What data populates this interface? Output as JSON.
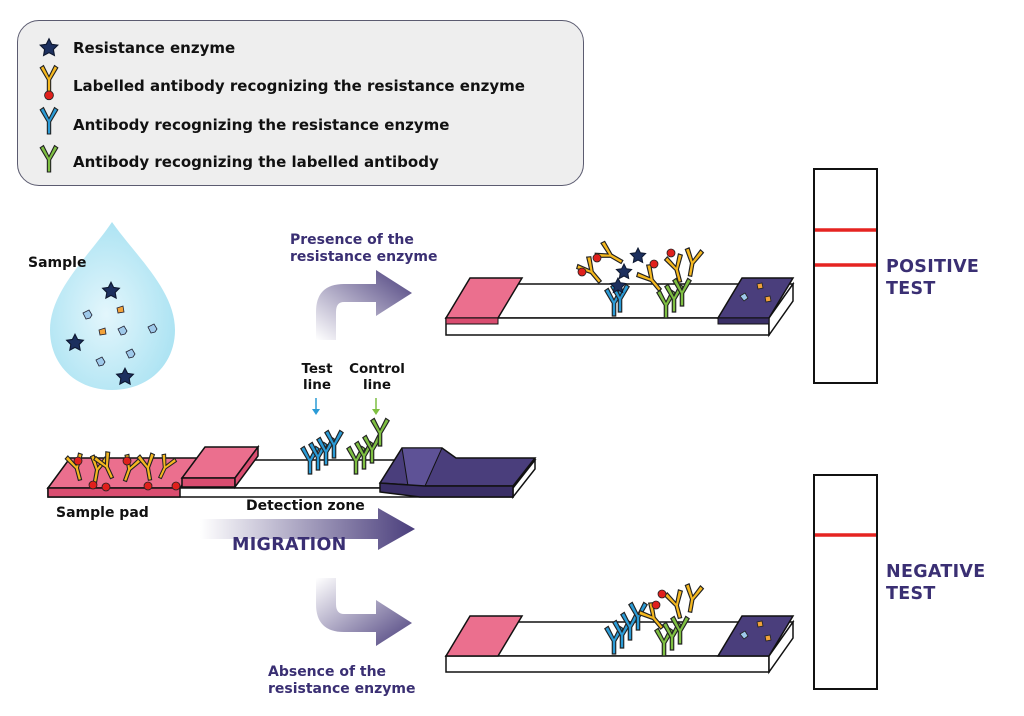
{
  "legend": {
    "items": [
      {
        "icon": "enzyme-icon",
        "label": "Resistance enzyme"
      },
      {
        "icon": "labelled-antibody-icon",
        "label": "Labelled antibody recognizing the resistance enzyme"
      },
      {
        "icon": "blue-antibody-icon",
        "label": "Antibody recognizing the resistance enzyme"
      },
      {
        "icon": "green-antibody-icon",
        "label": "Antibody recognizing the labelled antibody"
      }
    ]
  },
  "labels": {
    "sample": "Sample",
    "test_line": [
      "Test",
      "line"
    ],
    "control_line": [
      "Control",
      "line"
    ],
    "sample_pad": "Sample pad",
    "detection_zone": "Detection zone",
    "migration": "MIGRATION",
    "presence": [
      "Presence of the",
      "resistance enzyme"
    ],
    "absence": [
      "Absence of the",
      "resistance enzyme"
    ],
    "positive": [
      "POSITIVE",
      "TEST"
    ],
    "negative": [
      "NEGATIVE",
      "TEST"
    ]
  },
  "colors": {
    "enzyme": "#1c2f5e",
    "labelled_antibody": "#f5b81f",
    "label_dot": "#e0201c",
    "test_antibody": "#2b9bd6",
    "control_antibody": "#7ebf42",
    "sample_pad": "#eb6f8e",
    "absorbent_pad": "#4a3e7c",
    "result_line": "#e52421",
    "accent_text": "#3a2f73"
  }
}
